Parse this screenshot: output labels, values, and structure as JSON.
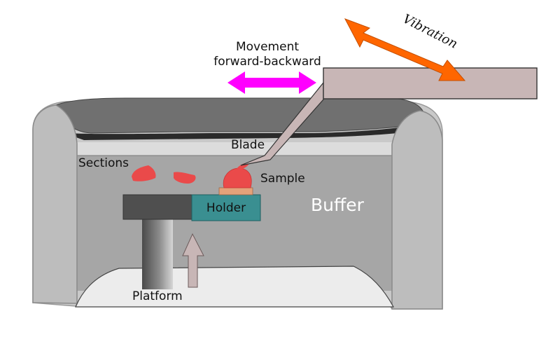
{
  "labels": {
    "movement_line1": "Movement",
    "movement_line2": "forward-backward",
    "vibration": "Vibration",
    "blade": "Blade",
    "sections": "Sections",
    "sample": "Sample",
    "holder": "Holder",
    "buffer": "Buffer",
    "platform": "Platform"
  },
  "colors": {
    "movement_arrow": "#ff00ff",
    "vibration_arrow": "#ff6600",
    "buffer_fill": "#a6a6a6",
    "holder_fill": "#3a8f91",
    "tissue": "#ea4a4a",
    "blade_bar": "#c8b6b6",
    "platform_arrow": "#c8b6b6"
  }
}
